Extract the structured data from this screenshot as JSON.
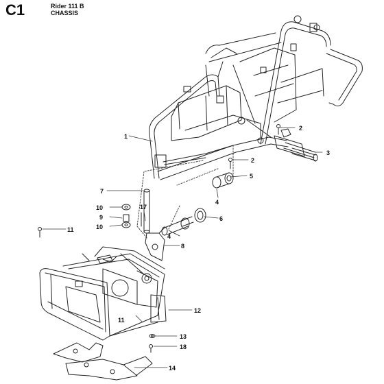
{
  "header": {
    "section_code": "C1",
    "model": "Rider 111 B",
    "section_title": "CHASSIS"
  },
  "callouts": [
    "1",
    "2",
    "3",
    "2",
    "5",
    "4",
    "7",
    "17",
    "10",
    "9",
    "10",
    "6",
    "4",
    "8",
    "11",
    "12",
    "11",
    "13",
    "18",
    "14"
  ]
}
